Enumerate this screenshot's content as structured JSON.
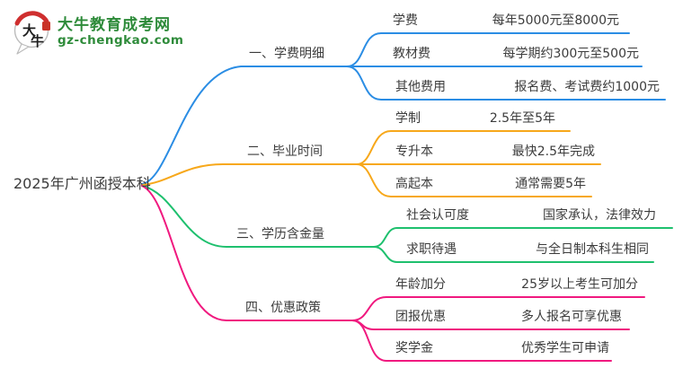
{
  "logo": {
    "title": "大牛教育成考网",
    "subtitle": "gz-chengkao.com",
    "icon_chars_top": "大",
    "icon_chars_bottom": "牛",
    "brand_color": "#2e8b3a",
    "seal_color": "#c93227",
    "arc_color": "#cf2f2f"
  },
  "root": {
    "label": "2025年广州函授本科"
  },
  "text_color": "#3c3c3c",
  "branches": [
    {
      "label": "一、学费明细",
      "color": "#2b8de4",
      "children": [
        {
          "label": "学费",
          "value": "每年5000元至8000元"
        },
        {
          "label": "教材费",
          "value": "每学期约300元至500元"
        },
        {
          "label": "其他费用",
          "value": "报名费、考试费约1000元"
        }
      ]
    },
    {
      "label": "二、毕业时间",
      "color": "#f7a81b",
      "children": [
        {
          "label": "学制",
          "value": "2.5年至5年"
        },
        {
          "label": "专升本",
          "value": "最快2.5年完成"
        },
        {
          "label": "高起本",
          "value": "通常需要5年"
        }
      ]
    },
    {
      "label": "三、学历含金量",
      "color": "#1ec06e",
      "children": [
        {
          "label": "社会认可度",
          "value": "国家承认，法律效力"
        },
        {
          "label": "求职待遇",
          "value": "与全日制本科生相同"
        }
      ]
    },
    {
      "label": "四、优惠政策",
      "color": "#f0197f",
      "children": [
        {
          "label": "年龄加分",
          "value": "25岁以上考生可加分"
        },
        {
          "label": "团报优惠",
          "value": "多人报名可享优惠"
        },
        {
          "label": "奖学金",
          "value": "优秀学生可申请"
        }
      ]
    }
  ]
}
